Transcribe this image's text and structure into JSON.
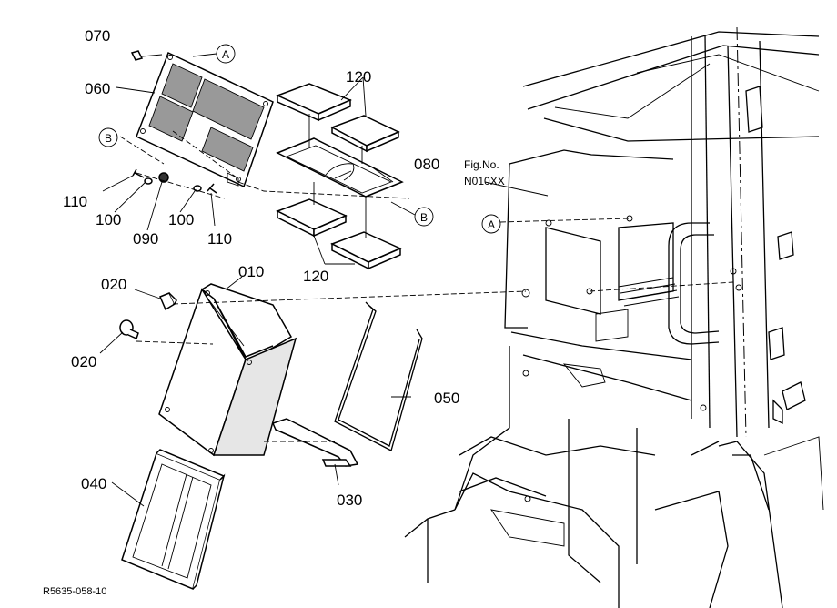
{
  "figure": {
    "code": "R5635-058-10",
    "fig_ref": {
      "line1": "Fig.No.",
      "line2": "N010XX"
    },
    "callouts": {
      "a": "A",
      "b": "B"
    },
    "parts": {
      "p010": "010",
      "p020": "020",
      "p030": "030",
      "p040": "040",
      "p050": "050",
      "p060": "060",
      "p070": "070",
      "p080": "080",
      "p090": "090",
      "p100": "100",
      "p110": "110",
      "p120": "120"
    }
  }
}
